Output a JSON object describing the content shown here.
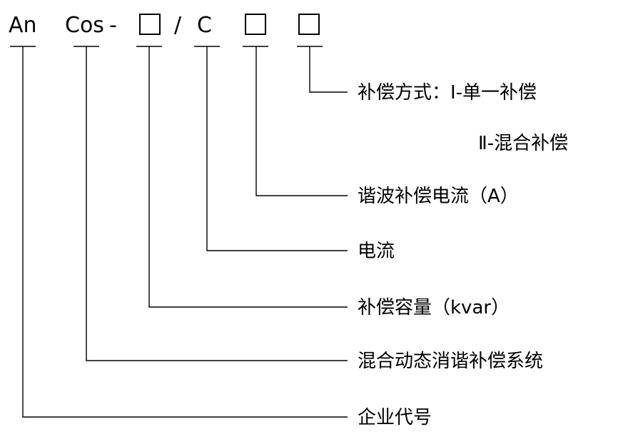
{
  "code": {
    "prefix": "An",
    "series": "Cos",
    "dash": "-",
    "slash": "/",
    "letter": "C"
  },
  "labels": {
    "mode_line1": "补偿方式：Ⅰ-单一补偿",
    "mode_line2": "Ⅱ-混合补偿",
    "harmonic_current": "谐波补偿电流（A）",
    "current": "电流",
    "capacity": "补偿容量（kvar）",
    "system": "混合动态消谐补偿系统",
    "company": "企业代号"
  }
}
